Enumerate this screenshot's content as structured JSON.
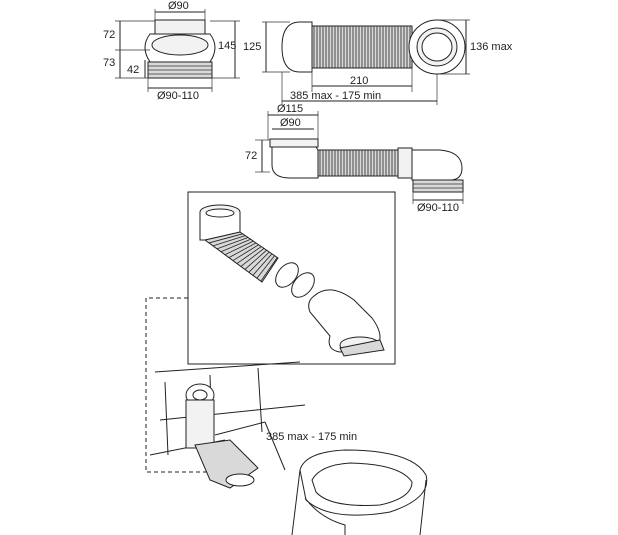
{
  "diagram": {
    "front_view": {
      "top_diameter": "Ø90",
      "upper_height": "72",
      "lower_height": "73",
      "total_height": "145",
      "inner_height": "42",
      "bottom_diameter": "Ø90-110"
    },
    "side_view": {
      "height": "125",
      "corrugated_length": "210",
      "outer_height": "136 max",
      "extension_range": "385 max - 175 min"
    },
    "angled_view": {
      "outer_diameter": "Ø115",
      "inner_diameter": "Ø90",
      "height": "72",
      "outlet_diameter": "Ø90-110"
    },
    "install_view": {
      "extension_range": "385 max - 175 min"
    }
  }
}
